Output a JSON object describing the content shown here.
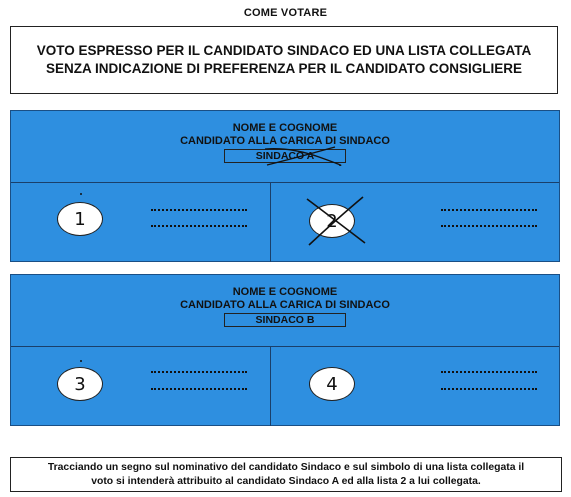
{
  "heading": "COME VOTARE",
  "title_lines": [
    "VOTO  ESPRESSO PER IL CANDIDATO SINDACO ED UNA LISTA COLLEGATA",
    "SENZA INDICAZIONE DI PREFERENZA PER IL CANDIDATO CONSIGLIERE"
  ],
  "panels": [
    {
      "line1": "NOME E COGNOME",
      "line2": "CANDIDATO ALLA CARICA DI SINDACO",
      "candidate": "SINDACO A",
      "candidate_marked": true,
      "lists": [
        {
          "number": "1",
          "marked": false
        },
        {
          "number": "2",
          "marked": true
        }
      ]
    },
    {
      "line1": "NOME E COGNOME",
      "line2": "CANDIDATO ALLA CARICA DI SINDACO",
      "candidate": "SINDACO B",
      "candidate_marked": false,
      "lists": [
        {
          "number": "3",
          "marked": false
        },
        {
          "number": "4",
          "marked": false
        }
      ]
    }
  ],
  "footer_lines": [
    "Tracciando un segno sul nominativo del candidato Sindaco e sul simbolo di una lista collegata il",
    "voto si intenderà attribuito al candidato Sindaco A ed alla lista 2 a lui collegata."
  ],
  "colors": {
    "panel_blue": "#2e8fe0",
    "ink": "#111111"
  }
}
